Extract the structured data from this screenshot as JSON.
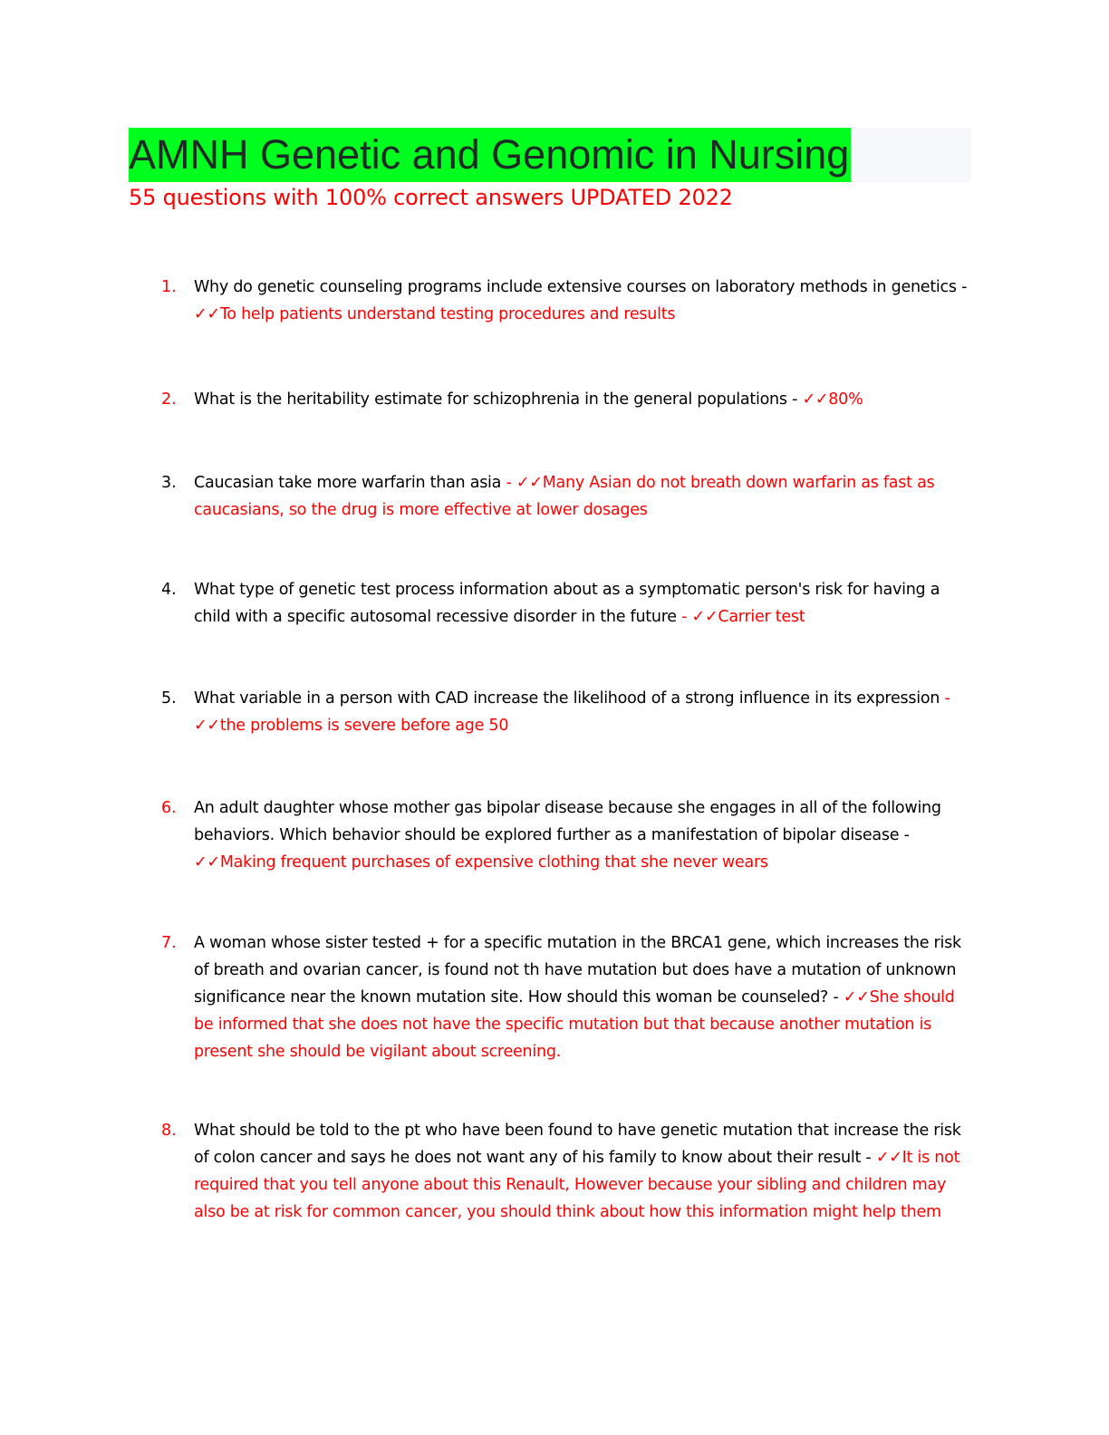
{
  "header": {
    "title": "AMNH Genetic and Genomic in Nursing",
    "subtitle": "55 questions with 100% correct answers UPDATED 2022",
    "highlight_color": "#00ff1f",
    "accent_color": "#ff0000"
  },
  "check_mark": "✓✓",
  "questions": [
    {
      "number": "1.",
      "question": "Why do genetic counseling programs include extensive courses on laboratory methods in genetics",
      "separator": " - ",
      "answer": "To help patients understand testing procedures and results"
    },
    {
      "number": "2.",
      "question": "What is the heritability estimate for schizophrenia in the general populations",
      "separator": " - ",
      "answer": "80%"
    },
    {
      "number": "3.",
      "question": "Caucasian take more warfarin than asia",
      "separator": " - ",
      "answer": "Many Asian do not breath down warfarin as fast as caucasians, so the drug is more effective at lower dosages"
    },
    {
      "number": "4.",
      "question": "What type of genetic test process information about as a symptomatic person's risk for having a child with a specific autosomal recessive disorder in the future",
      "separator": " - ",
      "answer": "Carrier test"
    },
    {
      "number": "5.",
      "question": "What variable in a person with CAD increase the likelihood of a strong influence in its expression",
      "separator": " - ",
      "answer": "the problems is severe before age 50"
    },
    {
      "number": "6.",
      "question": "An adult daughter whose mother gas bipolar disease because she engages in all of the following behaviors. Which behavior should be explored further as a manifestation of bipolar disease",
      "separator": " - ",
      "answer": "Making frequent purchases of expensive clothing that she never wears"
    },
    {
      "number": "7.",
      "question": "A woman whose sister tested + for a specific mutation in the BRCA1 gene, which increases the risk of breath and ovarian cancer, is found not th have mutation but does have a mutation of unknown significance near the known mutation site. How should this woman be counseled?",
      "separator": " - ",
      "answer": "She should be informed that she does not have the specific mutation but that because another mutation is present she should be vigilant about screening."
    },
    {
      "number": "8.",
      "question": "What should be told to the pt who have been found to have genetic mutation that increase the risk of colon cancer and says he does not want any of his family to know about their result",
      "separator": " - ",
      "answer": "It is not required that you tell anyone about this Renault, However because your sibling and children may also be at risk for common cancer, you should think about how this information might help them"
    }
  ]
}
